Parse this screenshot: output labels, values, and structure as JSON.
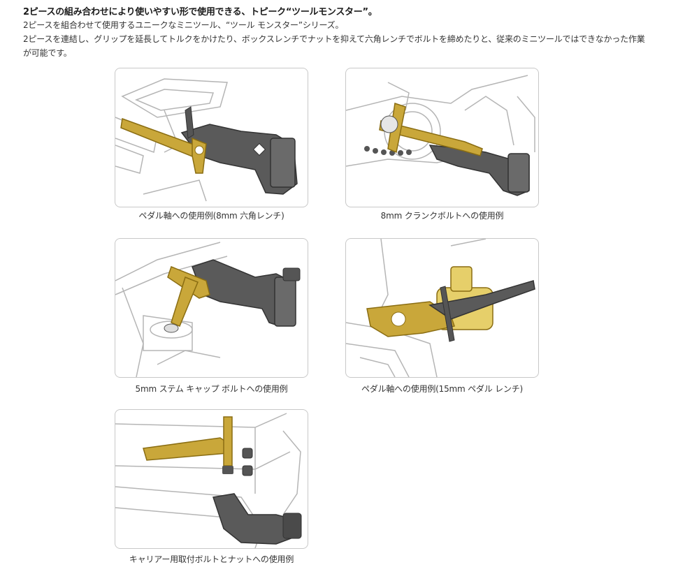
{
  "header": {
    "headline": "2ピースの組み合わせにより使いやすい形で使用できる、トピーク“ツールモンスター”。",
    "paragraph1": "2ピースを組合わせて使用するユニークなミニツール、“ツール モンスター”シリーズ。",
    "paragraph2": "2ピースを連結し、グリップを延長してトルクをかけたり、ボックスレンチでナットを抑えて六角レンチでボルトを締めたりと、従来のミニツールではできなかった作業が可能です。"
  },
  "gallery": [
    {
      "caption": "ペダル軸への使用例(8mm 六角レンチ)"
    },
    {
      "caption": "8mm クランクボルトへの使用例"
    },
    {
      "caption": "5mm ステム キャップ ボルトへの使用例"
    },
    {
      "caption": "ペダル軸への使用例(15mm ペダル レンチ)"
    },
    {
      "caption": "キャリアー用取付ボルトとナットへの使用例"
    }
  ],
  "colors": {
    "gold": "#c9a73a",
    "gold_dark": "#8a6d12",
    "tool_gray": "#5a5a5a",
    "line_art": "#b5b5b5",
    "card_border": "#c8c8c8"
  }
}
